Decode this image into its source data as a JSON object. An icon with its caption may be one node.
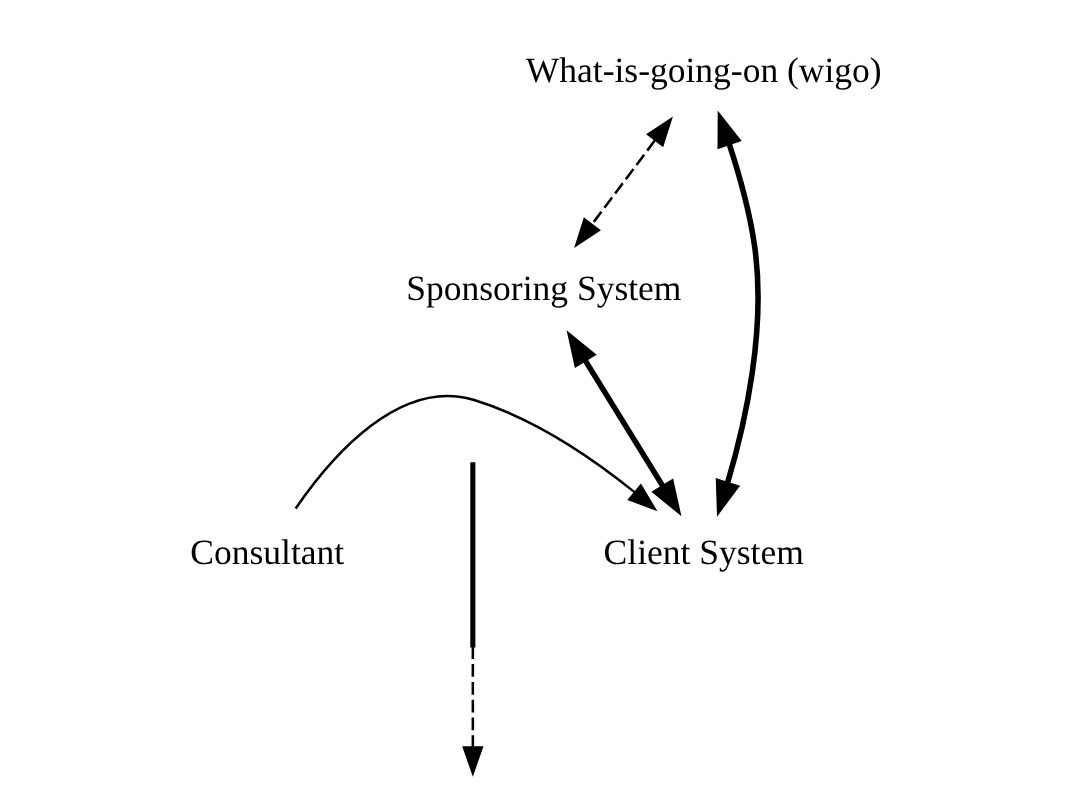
{
  "diagram": {
    "nodes": [
      {
        "text": [
          "Sponsoring System"
        ]
      },
      {
        "text": [
          "Consultant"
        ]
      },
      {
        "text": [
          "Client System"
        ]
      },
      {
        "text": [
          "What-is-going-on (wigo)"
        ]
      },
      {
        "text": [],
        "shape": "arc"
      }
    ],
    "edges": [
      {
        "from": 0,
        "to": 2,
        "arrow": "both",
        "style": "thick"
      },
      {
        "from": 3,
        "to": 2,
        "arrow": "both",
        "style": "thick"
      },
      {
        "from": 1,
        "to": 2,
        "arrow": "to"
      },
      {
        "from": 3,
        "to": 0,
        "arrow": "both",
        "style": "dashed"
      },
      {
        "from": 4,
        "to": null,
        "arrow": "to",
        "style": "dashed"
      }
    ]
  }
}
